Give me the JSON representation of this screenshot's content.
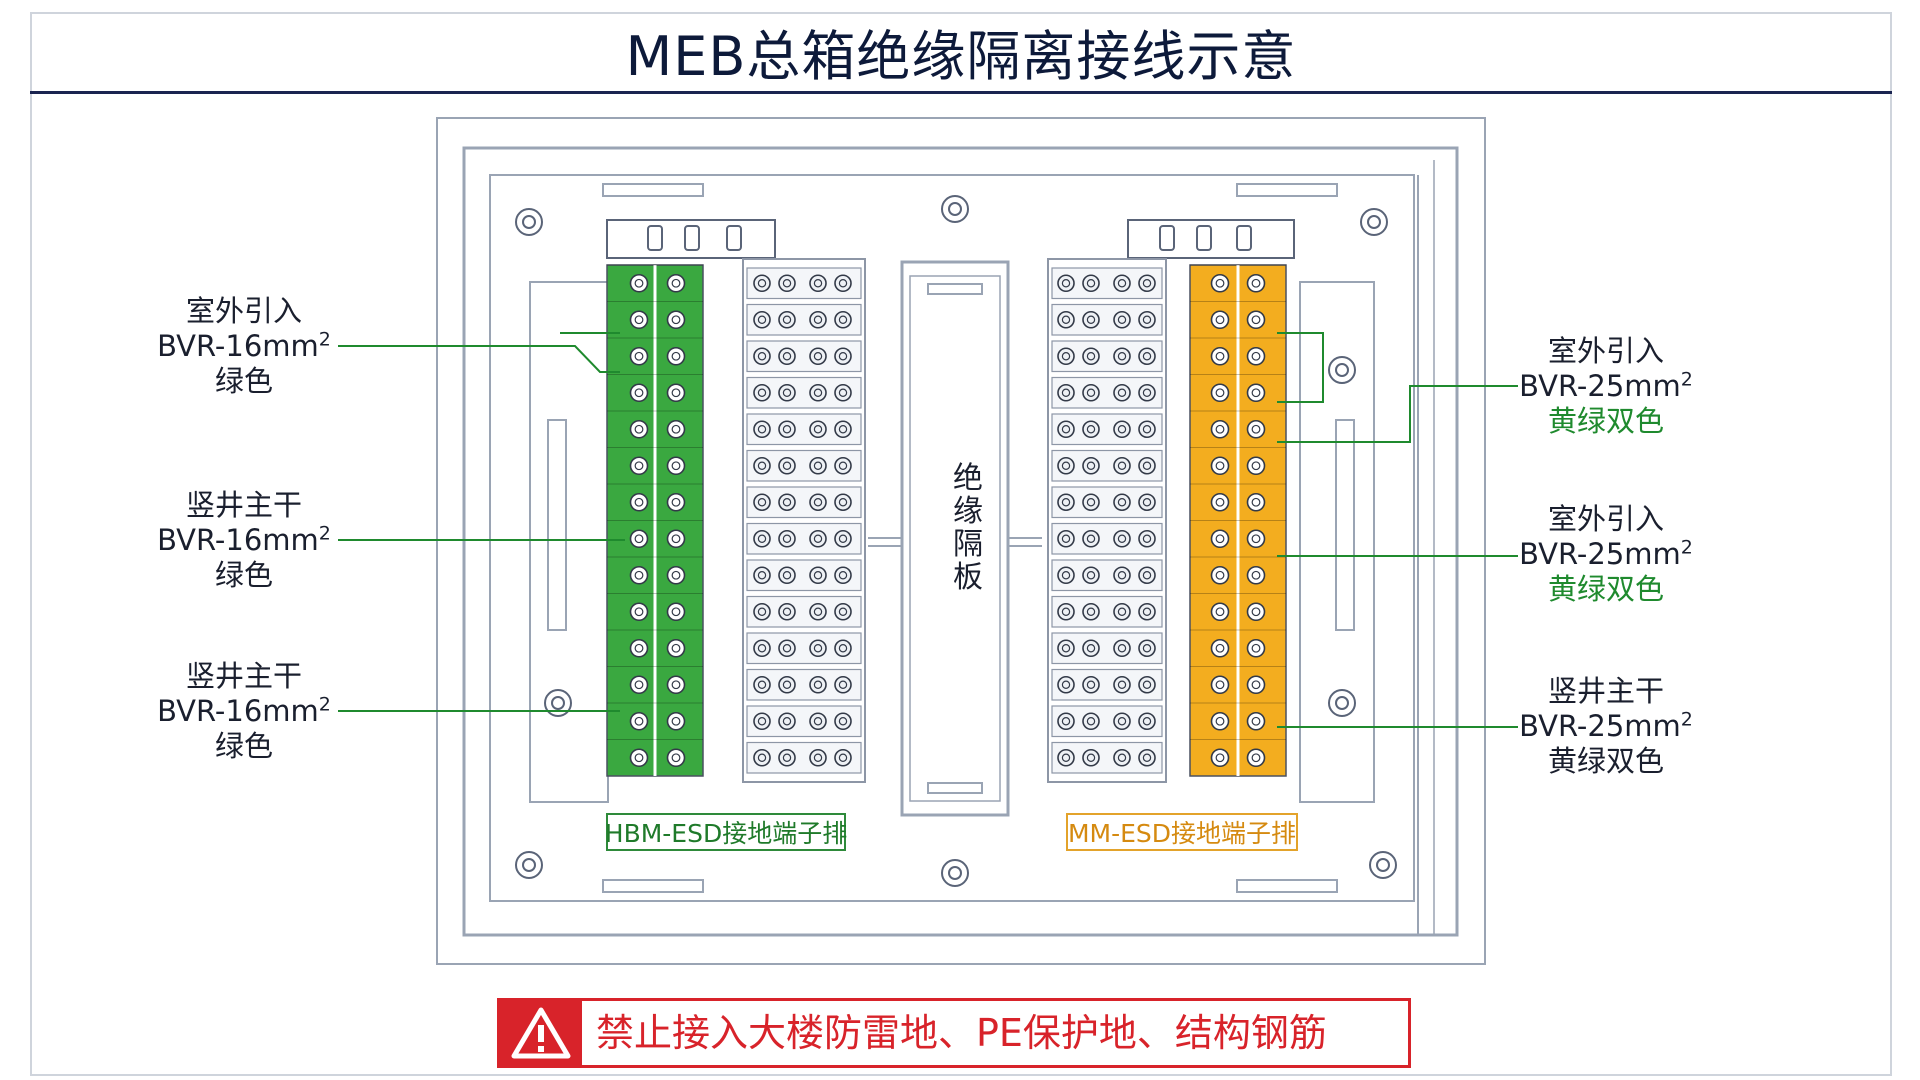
{
  "title": "MEB总箱绝缘隔离接线示意",
  "left_labels": [
    {
      "line1": "室外引入",
      "line2_main": "BVR-16mm",
      "line2_sup": "2",
      "line3": "绿色"
    },
    {
      "line1": "竖井主干",
      "line2_main": "BVR-16mm",
      "line2_sup": "2",
      "line3": "绿色"
    },
    {
      "line1": "竖井主干",
      "line2_main": "BVR-16mm",
      "line2_sup": "2",
      "line3": "绿色"
    }
  ],
  "right_labels": [
    {
      "line1": "室外引入",
      "line2_main": "BVR-25mm",
      "line2_sup": "2",
      "line3": "黄绿双色"
    },
    {
      "line1": "室外引入",
      "line2_main": "BVR-25mm",
      "line2_sup": "2",
      "line3": "黄绿双色"
    },
    {
      "line1": "竖井主干",
      "line2_main": "BVR-25mm",
      "line2_sup": "2",
      "line3": "黄绿双色"
    }
  ],
  "partition": {
    "chars": [
      "绝",
      "缘",
      "隔",
      "板"
    ]
  },
  "hbm_label": "HBM-ESD接地端子排",
  "mm_label": "MM-ESD接地端子排",
  "warning": {
    "text": "禁止接入大楼防雷地、PE保护地、结构钢筋",
    "icon": "warning-triangle-icon"
  },
  "colors": {
    "title": "#0d1a3a",
    "title_rule": "#1a2450",
    "hbm_green": "#3aa840",
    "mm_orange": "#f3ad1f",
    "leader_green": "#1f8a2e",
    "warning_red": "#d8232a",
    "line_gray": "#9aa4b4"
  },
  "terminal_rows": 14
}
